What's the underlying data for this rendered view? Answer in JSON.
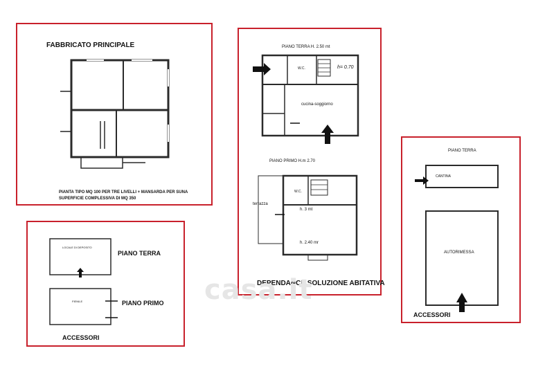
{
  "panels": {
    "main": {
      "title": "FABBRICATO   PRINCIPALE",
      "caption_line1": "PIANTA  TIPO  MQ 100  PER  TRE LIVELLI + MANSARDA PER SUNA",
      "caption_line2": "SUPERFICIE COMPLESSIVA DI MQ 350"
    },
    "dependance": {
      "ground_floor_label": "PIANO TERRA   H. 2.50 mt",
      "wc_label": "W.C.",
      "stamp_label": "h= 0.70",
      "kitchen_label": "cucina-soggiorno",
      "first_floor_label": "PIANO PRIMO H.m  2.70",
      "wc2_label": "W.C.",
      "terrace_label": "terrazza",
      "height3_label": "h. 3 mt",
      "height240_label": "h. 2.40 mr",
      "caption": "DEPENDANCE SOLUZIONE ABITATIVA"
    },
    "accessories_left": {
      "room1_label": "LOCALE DI DEPOSITO",
      "piano_terra": "PIANO TERRA",
      "room2_label": "FIENILE",
      "piano_primo": "PIANO PRIMO",
      "caption": "ACCESSORI"
    },
    "accessories_right": {
      "piano_terra": "PIANO TERRA",
      "cantina": "CANTINA",
      "autorimessa": "AUTORIMESSA",
      "caption": "ACCESSORI"
    }
  },
  "watermark": "casa.it",
  "colors": {
    "frame": "#c8202b",
    "wall": "#2a2a2a",
    "watermark": "#e6e6e6"
  }
}
